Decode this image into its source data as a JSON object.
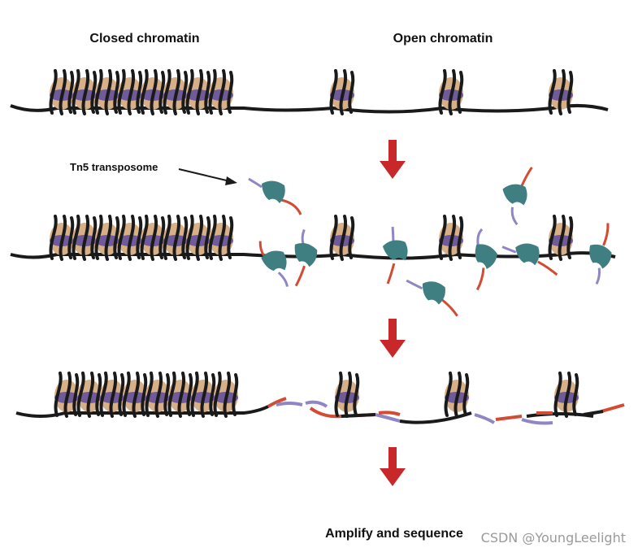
{
  "labels": {
    "closed": "Closed chromatin",
    "open": "Open chromatin",
    "tn5": "Tn5 transposome",
    "amplify": "Amplify and sequence"
  },
  "watermark": "CSDN @YoungLeelight",
  "colors": {
    "dna": "#1a1a1a",
    "histone_core": "#d8b088",
    "histone_band": "#6f5b99",
    "transposase": "#3f7f82",
    "adapter_red": "#d24b32",
    "adapter_purple": "#8f86c4",
    "arrow": "#c8282a"
  },
  "icons": {
    "nucleosome": "nucleosome-icon",
    "transposome": "tn5-transposome-icon",
    "step_arrow": "arrow-down-icon"
  }
}
